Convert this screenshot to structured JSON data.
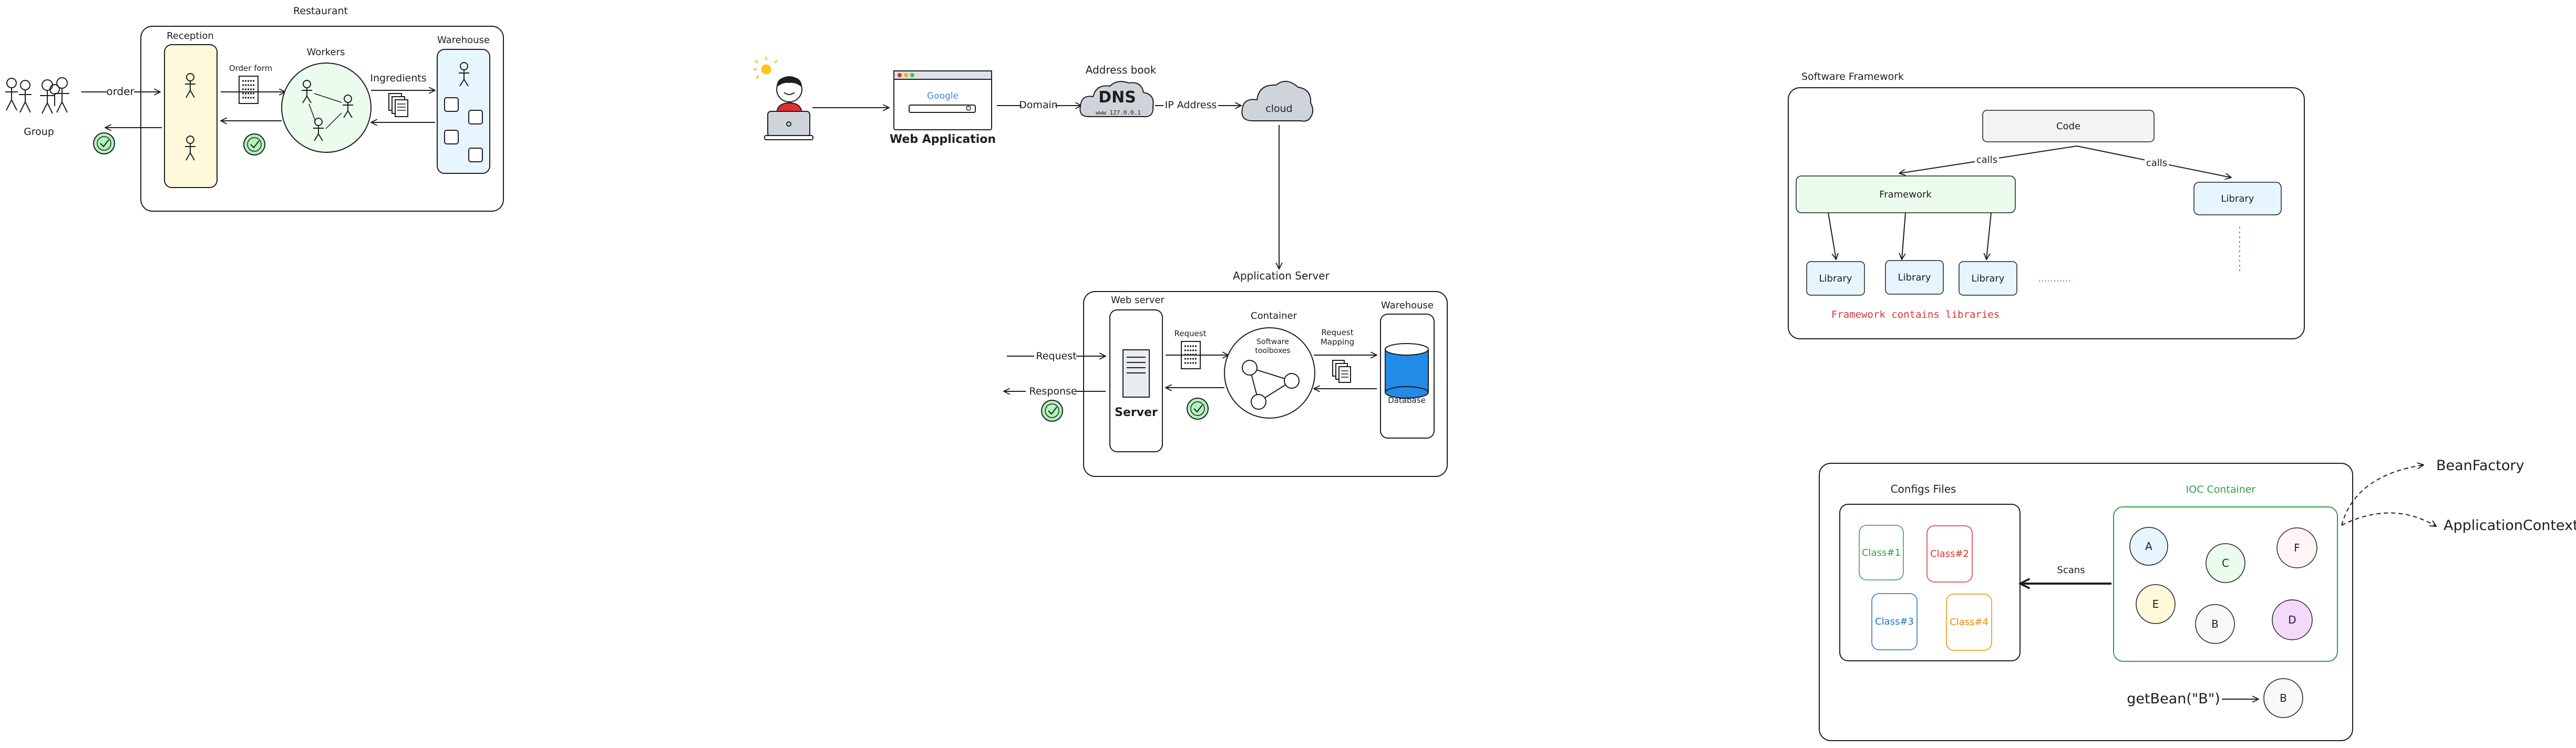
{
  "restaurant": {
    "title": "Restaurant",
    "reception": "Reception",
    "workers": "Workers",
    "warehouse": "Warehouse",
    "order": "order",
    "order_form": "Order form",
    "ingredients": "Ingredients",
    "group": "Group"
  },
  "web": {
    "browser_search": "Google",
    "web_application": "Web Application",
    "domain": "Domain",
    "address_book": "Address book",
    "dns": "DNS",
    "dns_sub": "www    127.0.0.1",
    "ip_address": "IP Address",
    "cloud": "cloud"
  },
  "app_server": {
    "title": "Application Server",
    "web_server": "Web server",
    "container": "Container",
    "warehouse": "Warehouse",
    "request_in": "Request",
    "response_out": "Response",
    "request": "Request",
    "request_mapping_1": "Request",
    "request_mapping_2": "Mapping",
    "software_1": "Software",
    "software_2": "toolboxes",
    "server": "Server",
    "database": "Database"
  },
  "framework": {
    "title": "Software Framework",
    "code": "Code",
    "calls_1": "calls",
    "calls_2": "calls",
    "framework": "Framework",
    "library_right": "Library",
    "libraries": [
      "Library",
      "Library",
      "Library"
    ],
    "dots": "...........",
    "note": "Framework contains libraries"
  },
  "ioc": {
    "configs_title": "Configs Files",
    "container_title": "IOC Container",
    "classes": [
      "Class#1",
      "Class#2",
      "Class#3",
      "Class#4"
    ],
    "scans": "Scans",
    "beans": [
      "A",
      "C",
      "F",
      "E",
      "B",
      "D"
    ],
    "bean_factory": "BeanFactory",
    "application_context": "ApplicationContext",
    "get_bean": "getBean(\"B\")",
    "result_bean": "B"
  },
  "colors": {
    "reception_fill": "#fff9db",
    "workers_fill": "#ebfbee",
    "warehouse_fill": "#e7f5ff",
    "check_fill": "#b2f2bb",
    "database_blue": "#228be6",
    "note_red": "#e03131",
    "ioc_green": "#2f9e44",
    "class_green": "#2f9e44",
    "class_red": "#e03131",
    "class_blue": "#1971c2",
    "class_orange": "#f08c00"
  }
}
